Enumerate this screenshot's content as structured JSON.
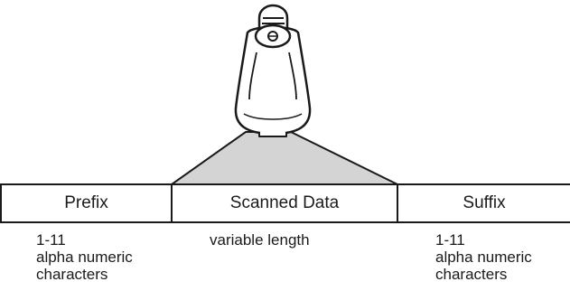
{
  "segments": {
    "prefix": {
      "label": "Prefix",
      "range": "1-11",
      "desc_line1": "alpha numeric",
      "desc_line2": "characters"
    },
    "scanned": {
      "label": "Scanned Data",
      "desc": "variable length"
    },
    "suffix": {
      "label": "Suffix",
      "range": "1-11",
      "desc_line1": "alpha numeric",
      "desc_line2": "characters"
    }
  },
  "colors": {
    "line": "#1a1a1a",
    "scan_beam": "#d4d4d4",
    "scanner_body": "#ffffff"
  },
  "icons": {
    "scanner": "barcode-scanner-icon"
  }
}
